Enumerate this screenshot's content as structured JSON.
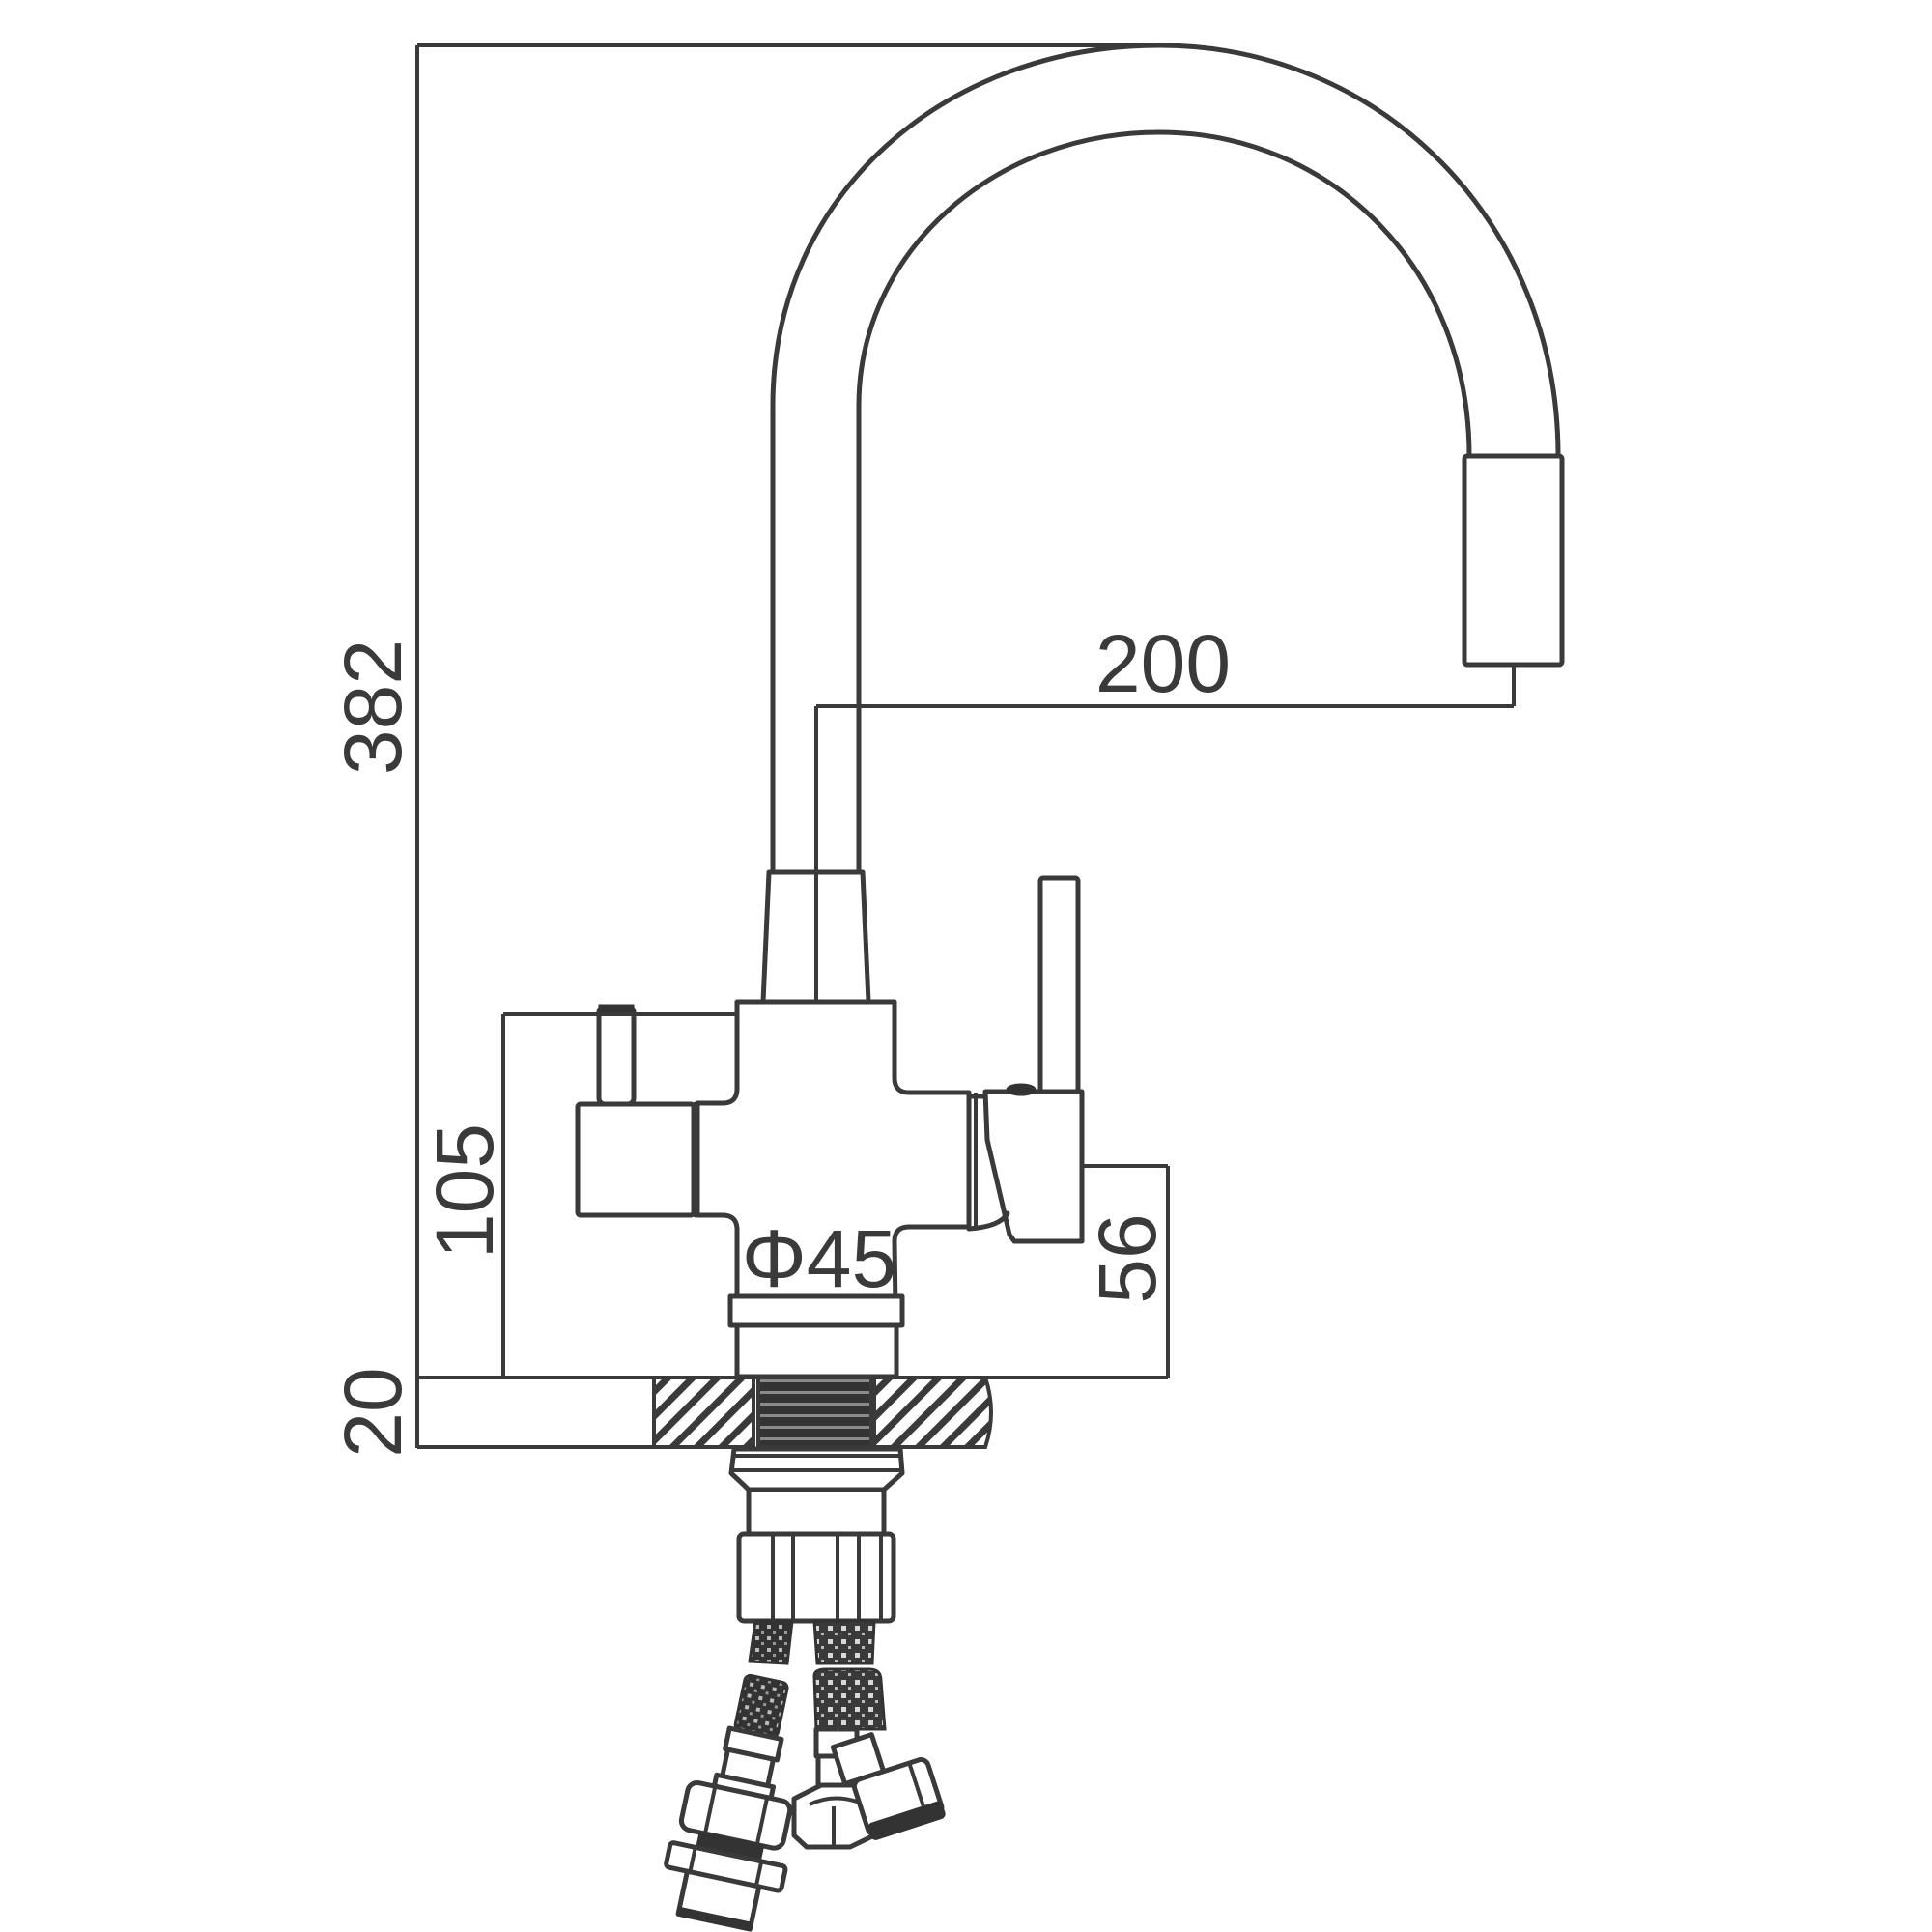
{
  "drawing": {
    "title": "Kitchen faucet dimensional drawing",
    "units": "mm",
    "colors": {
      "line": "#3a3a3a",
      "background": "#ffffff",
      "fill_dark": "#333333"
    }
  },
  "dimensions": {
    "overall_height": {
      "label": "382"
    },
    "spout_reach": {
      "label": "200"
    },
    "body_height": {
      "label": "105"
    },
    "lever_base_height": {
      "label": "56"
    },
    "base_diameter": {
      "label": "Φ45"
    },
    "countertop_thickness": {
      "label": "20"
    }
  },
  "parts": {
    "spout": "curved-spout",
    "aerator": "spout-outlet",
    "body": "mixer-body",
    "left_handle": "filtered-water-handle",
    "right_lever": "mixing-lever",
    "countertop": "mounting-surface-section",
    "mount": "mounting-nut",
    "hoses": [
      "left-supply-hose",
      "right-supply-hose"
    ]
  }
}
